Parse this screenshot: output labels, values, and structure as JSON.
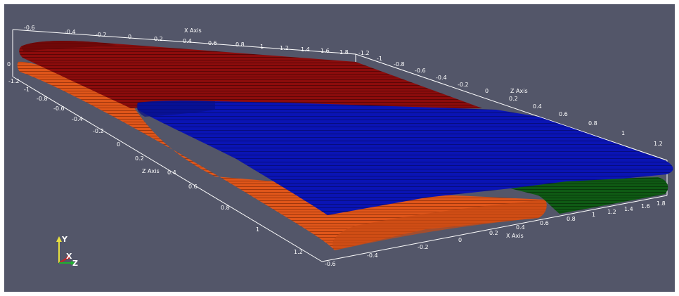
{
  "axes": {
    "x_top": {
      "title": "X Axis",
      "ticks": [
        "-0.6",
        "-0.4",
        "-0.2",
        "0",
        "0.2",
        "0.4",
        "0.6",
        "0.8",
        "1",
        "1.2",
        "1.4",
        "1.6",
        "1.8"
      ]
    },
    "z_right": {
      "title": "Z Axis",
      "ticks": [
        "-1.2",
        "-1",
        "-0.8",
        "-0.6",
        "-0.4",
        "-0.2",
        "0",
        "0.2",
        "0.4",
        "0.6",
        "0.8",
        "1",
        "1.2"
      ]
    },
    "y_left": {
      "ticks": [
        "0"
      ]
    },
    "z_left": {
      "title": "Z Axis",
      "ticks": [
        "-1.2",
        "-1",
        "-0.8",
        "-0.6",
        "-0.4",
        "-0.2",
        "0",
        "0.2",
        "0.4",
        "0.6",
        "0.8",
        "1",
        "1.2"
      ]
    },
    "x_bottom": {
      "title": "X Axis",
      "ticks": [
        "-0.6",
        "-0.4",
        "-0.2",
        "0",
        "0.2",
        "0.4",
        "0.6",
        "0.8",
        "1",
        "1.2",
        "1.4",
        "1.6",
        "1.8"
      ]
    }
  },
  "orientation": {
    "y_label": "Y",
    "x_label": "X",
    "z_label": "Z",
    "colors": {
      "y": "#e8e040",
      "x": "#d22020",
      "z": "#20b030"
    }
  },
  "colors": {
    "background": "#535669",
    "red_block": "#8c0c0c",
    "orange_block": "#e0561a",
    "blue_block": "#0a14b4",
    "green_block": "#0f5a14",
    "axes": "#ffffff"
  }
}
